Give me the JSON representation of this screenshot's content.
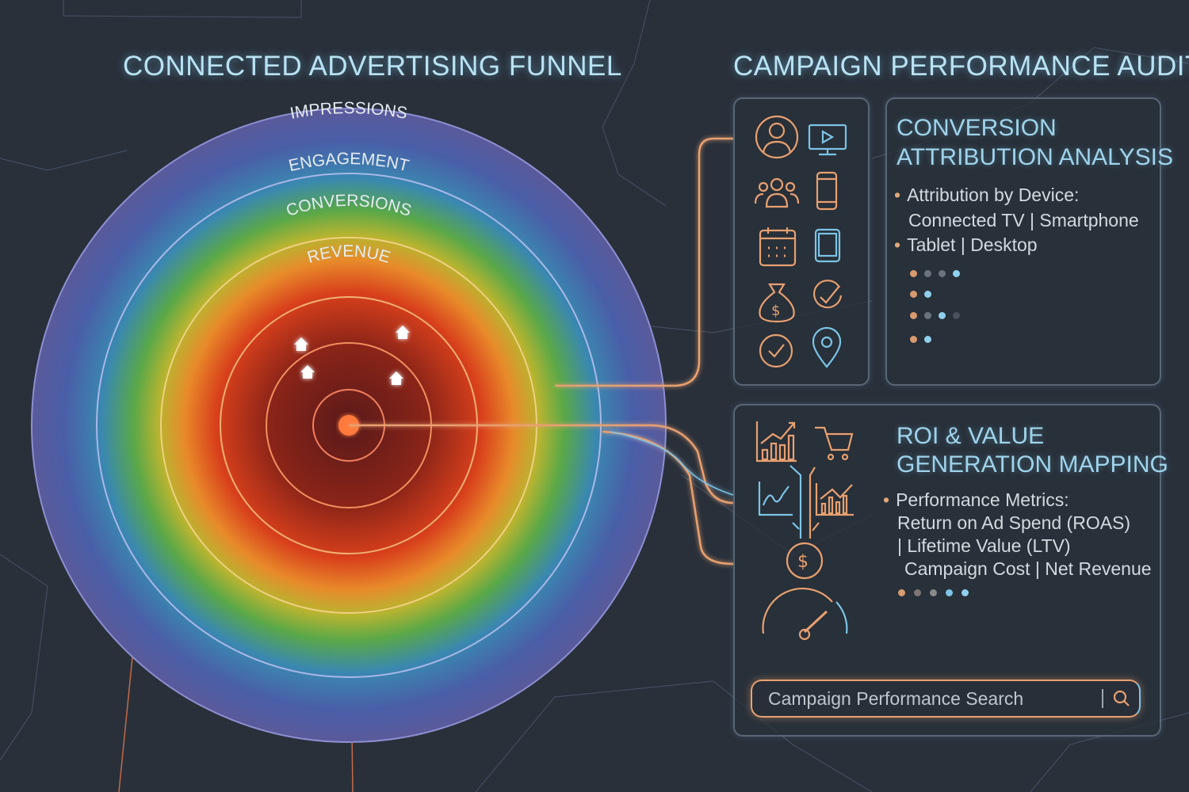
{
  "left": {
    "title": "CONNECTED ADVERTISING FUNNEL",
    "rings": [
      "IMPRESSIONS",
      "ENGAGEMENT",
      "CONVERSIONS",
      "REVENUE"
    ]
  },
  "right": {
    "title": "CAMPAIGN PERFORMANCE AUDIT",
    "attribution": {
      "title_line1": "CONVERSION",
      "title_line2": "ATTRIBUTION ANALYSIS",
      "lines": [
        "Attribution by Device:",
        "Connected TV | Smartphone",
        "Tablet | Desktop"
      ]
    },
    "roi": {
      "title_line1": "ROI & VALUE",
      "title_line2": "GENERATION MAPPING",
      "lines": [
        "Performance Metrics:",
        "Return on Ad Spend (ROAS)",
        "| Lifetime Value (LTV)",
        "Campaign Cost | Net Revenue"
      ]
    },
    "search": {
      "placeholder": "Campaign Performance Search",
      "icon": "search-icon"
    }
  },
  "colors": {
    "orange": "#e8a070",
    "blue": "#7cc4e6",
    "title": "#b9e2f2",
    "background": "#29303a"
  }
}
